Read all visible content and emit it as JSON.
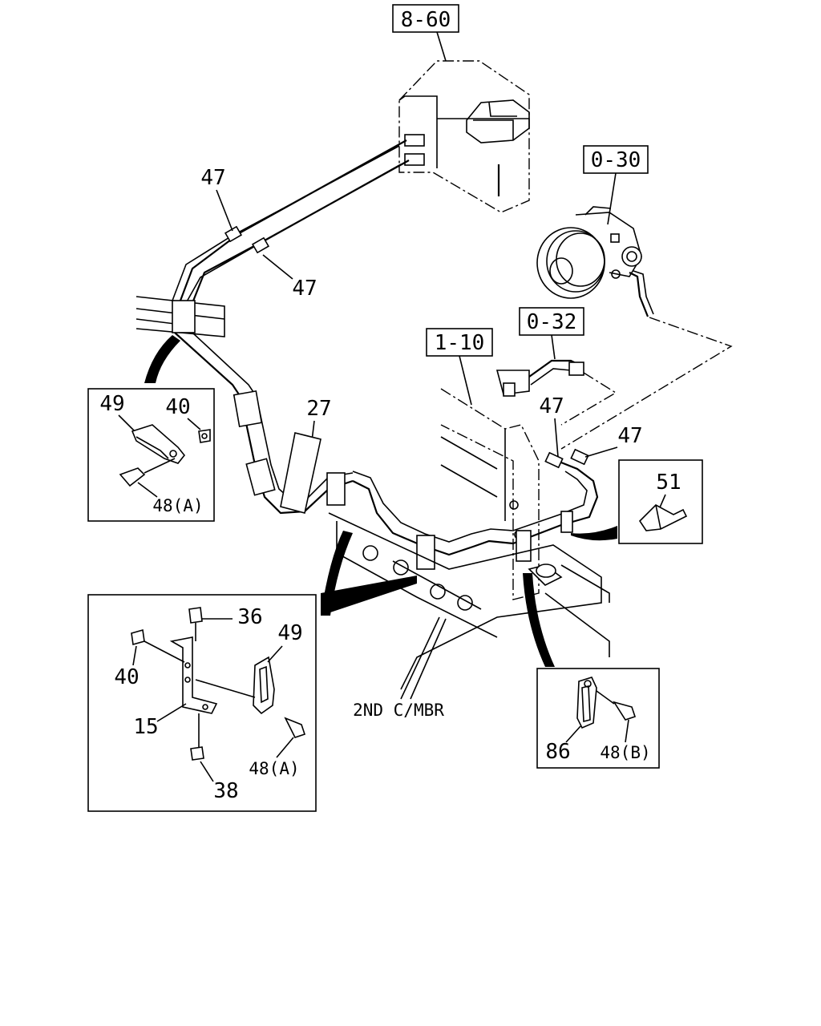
{
  "ref_boxes": {
    "ref_8_60": "8-60",
    "ref_0_30": "0-30",
    "ref_0_32": "0-32",
    "ref_1_10": "1-10"
  },
  "callouts": {
    "c47_top": "47",
    "c47_mid": "47",
    "c27": "27",
    "c47_right_a": "47",
    "c47_right_b": "47",
    "c51": "51"
  },
  "detail_a": {
    "n49": "49",
    "n40": "40",
    "n48a": "48(A)"
  },
  "detail_b": {
    "n36": "36",
    "n49": "49",
    "n40": "40",
    "n15": "15",
    "n48a": "48(A)",
    "n38": "38"
  },
  "detail_c": {
    "n86": "86",
    "n48b": "48(B)"
  },
  "annotation_member": "2ND C/MBR"
}
